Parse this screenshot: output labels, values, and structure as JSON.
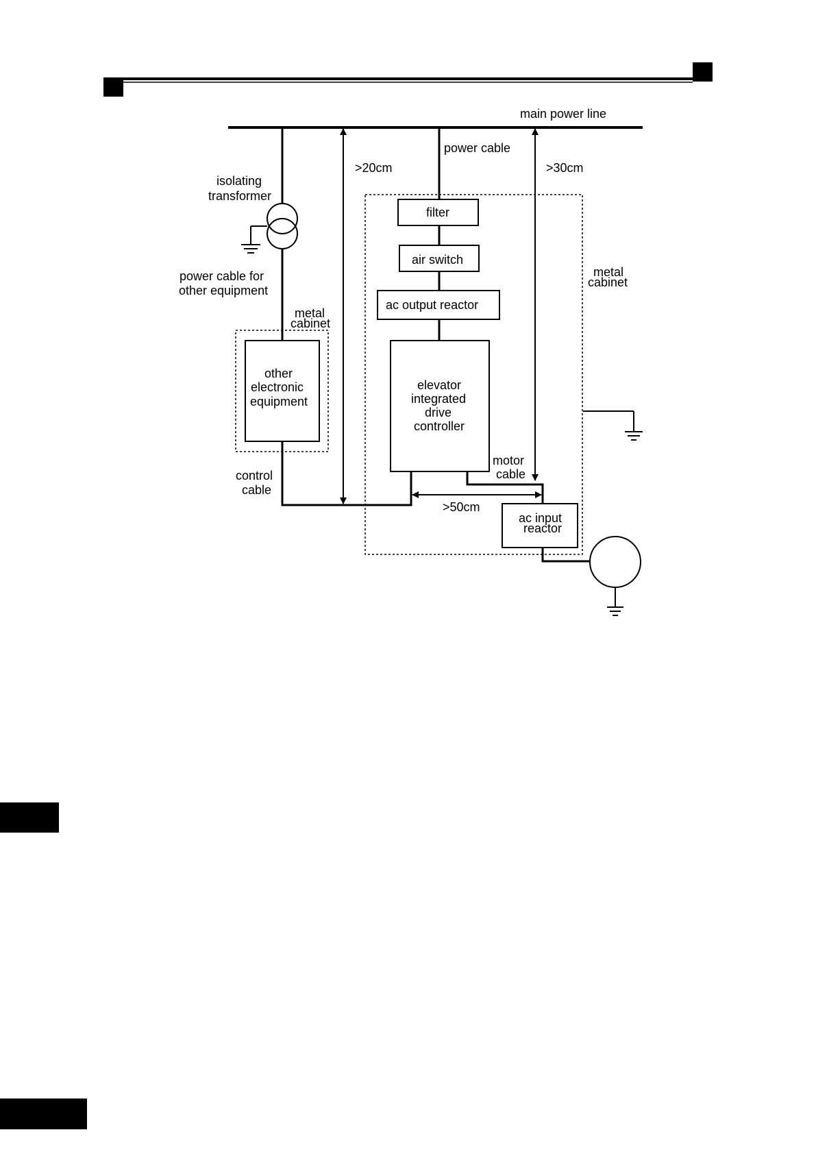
{
  "header": {
    "rule_color": "#000000"
  },
  "labels": {
    "main_power_line": "main power line",
    "power_cable": "power cable",
    "isolating_transformer_1": "isolating",
    "isolating_transformer_2": "transformer",
    "dist_20": ">20cm",
    "dist_30": ">30cm",
    "dist_50": ">50cm",
    "filter": "filter",
    "air_switch": "air switch",
    "ac_output_reactor": "ac output reactor",
    "metal_cabinet_right_1": "metal",
    "metal_cabinet_right_2": "cabinet",
    "metal_cabinet_left_1": "metal",
    "metal_cabinet_left_2": "cabinet",
    "power_cable_other_1": "power cable for",
    "power_cable_other_2": "other equipment",
    "other_equipment_1": "other",
    "other_equipment_2": "electronic",
    "other_equipment_3": "equipment",
    "controller_1": "elevator",
    "controller_2": "integrated",
    "controller_3": "drive",
    "controller_4": "controller",
    "motor_cable_1": "motor",
    "motor_cable_2": "cable",
    "control_cable_1": "control",
    "control_cable_2": "cable",
    "ac_input_reactor_1": "ac input",
    "ac_input_reactor_2": "reactor"
  },
  "icons": {
    "ground": "ground-icon",
    "transformer": "transformer-icon",
    "motor": "motor-icon"
  }
}
